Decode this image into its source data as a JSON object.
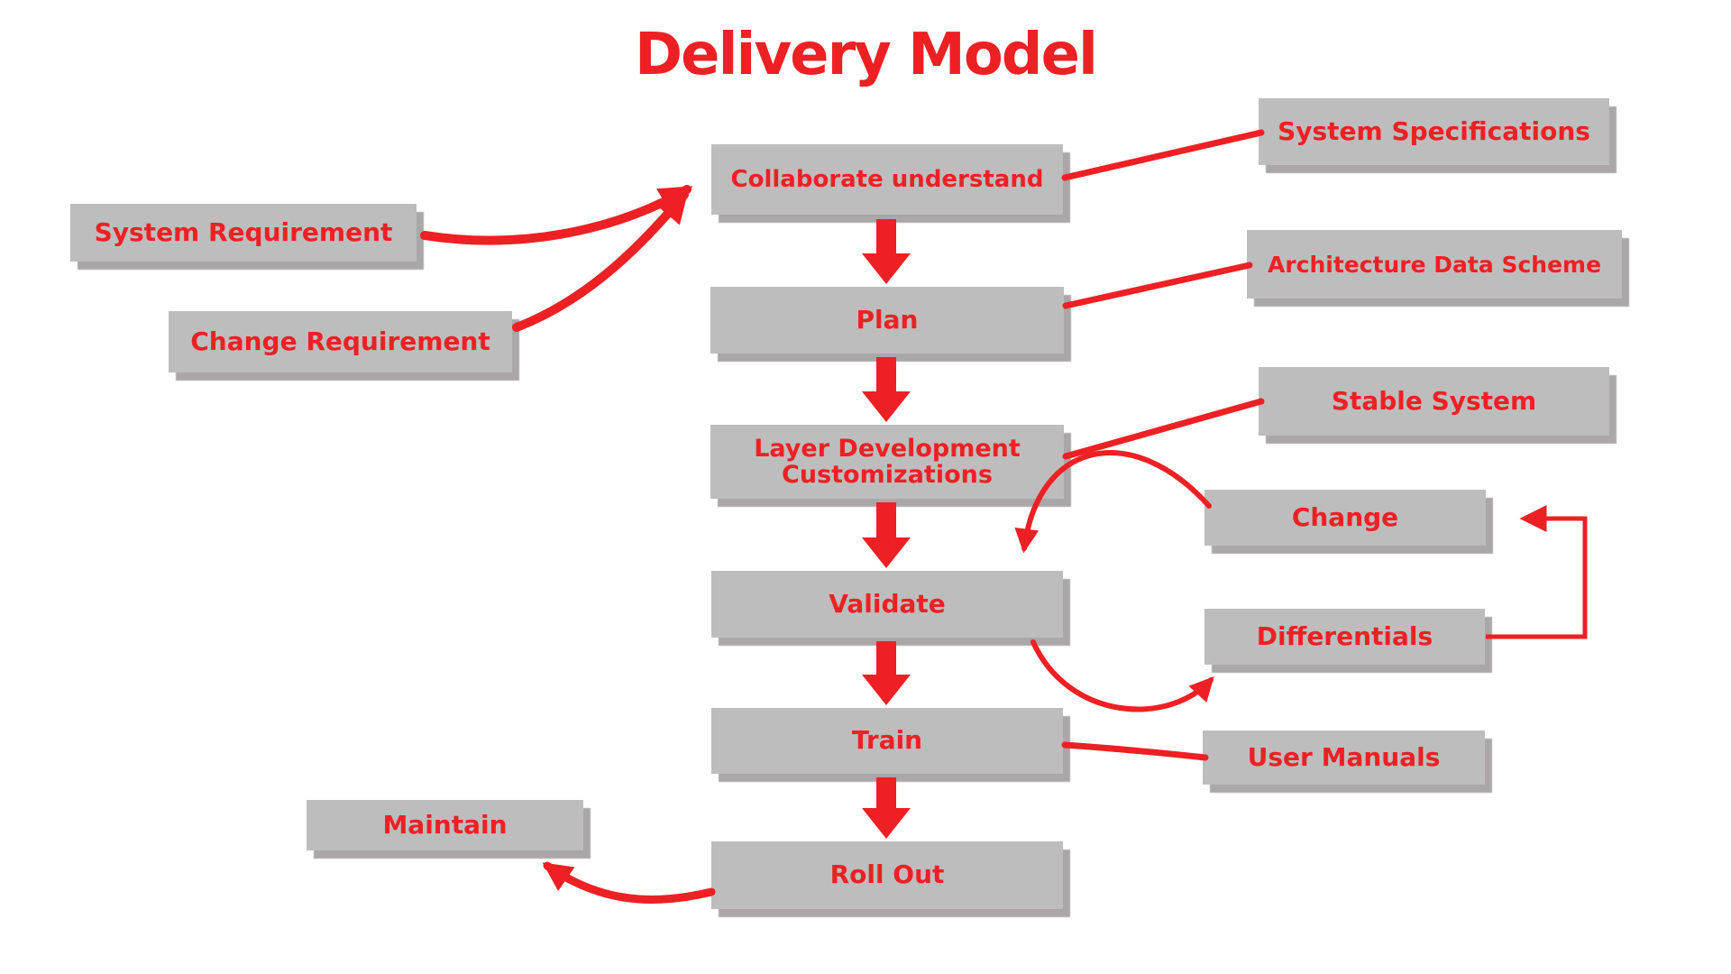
{
  "title": "Delivery Model",
  "colors": {
    "red": "#ED2024",
    "box": "#BEBDBD",
    "shadow": "#A9A7A7",
    "bg": "#FFFFFF"
  },
  "nodes": {
    "collaborate": "Collaborate understand",
    "plan": "Plan",
    "layer_dev": "Layer Development Customizations",
    "validate": "Validate",
    "train": "Train",
    "roll_out": "Roll Out",
    "system_requirement": "System Requirement",
    "change_requirement": "Change Requirement",
    "system_specifications": "System Specifications",
    "architecture_data_scheme": "Architecture Data Scheme",
    "stable_system": "Stable System",
    "change": "Change",
    "differentials": "Differentials",
    "user_manuals": "User Manuals",
    "maintain": "Maintain"
  },
  "edges": [
    {
      "from": "system_requirement",
      "to": "collaborate",
      "style": "hand-drawn-arrow"
    },
    {
      "from": "change_requirement",
      "to": "collaborate",
      "style": "hand-drawn-arrow"
    },
    {
      "from": "collaborate",
      "to": "plan",
      "style": "thick-down-arrow"
    },
    {
      "from": "collaborate",
      "to": "system_specifications",
      "style": "plain-line"
    },
    {
      "from": "plan",
      "to": "layer_dev",
      "style": "thick-down-arrow"
    },
    {
      "from": "plan",
      "to": "architecture_data_scheme",
      "style": "plain-line"
    },
    {
      "from": "layer_dev",
      "to": "validate",
      "style": "thick-down-arrow"
    },
    {
      "from": "layer_dev",
      "to": "stable_system",
      "style": "plain-line"
    },
    {
      "from": "change",
      "to": "validate",
      "style": "curved-arrow"
    },
    {
      "from": "validate",
      "to": "differentials",
      "style": "curved-arrow"
    },
    {
      "from": "differentials",
      "to": "change",
      "style": "elbow-arrow"
    },
    {
      "from": "validate",
      "to": "train",
      "style": "thick-down-arrow"
    },
    {
      "from": "train",
      "to": "user_manuals",
      "style": "plain-line"
    },
    {
      "from": "train",
      "to": "roll_out",
      "style": "thick-down-arrow"
    },
    {
      "from": "roll_out",
      "to": "maintain",
      "style": "hand-drawn-arrow"
    }
  ]
}
